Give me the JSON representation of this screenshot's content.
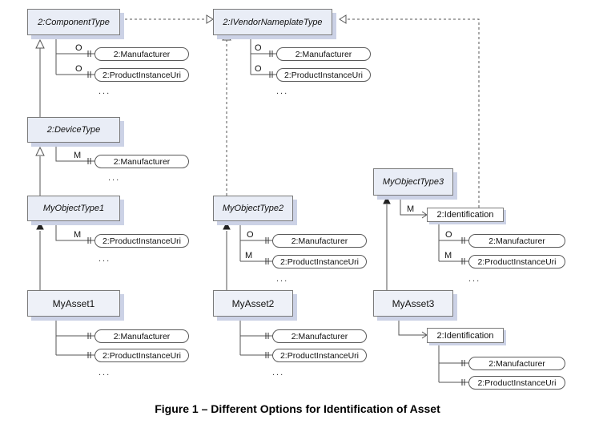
{
  "types": {
    "component_type": "2:ComponentType",
    "vendor_nameplate_type": "2:IVendorNameplateType",
    "device_type": "2:DeviceType",
    "my_object_type1": "MyObjectType1",
    "my_object_type2": "MyObjectType2",
    "my_object_type3": "MyObjectType3"
  },
  "instances": {
    "asset1": "MyAsset1",
    "asset2": "MyAsset2",
    "asset3": "MyAsset3"
  },
  "objects": {
    "identification": "2:Identification"
  },
  "properties": {
    "manufacturer": "2:Manufacturer",
    "product_instance_uri": "2:ProductInstanceUri"
  },
  "modelling_rules": {
    "optional": "O",
    "mandatory": "M"
  },
  "ellipsis": "...",
  "caption": "Figure 1 – Different Options for Identification of Asset"
}
